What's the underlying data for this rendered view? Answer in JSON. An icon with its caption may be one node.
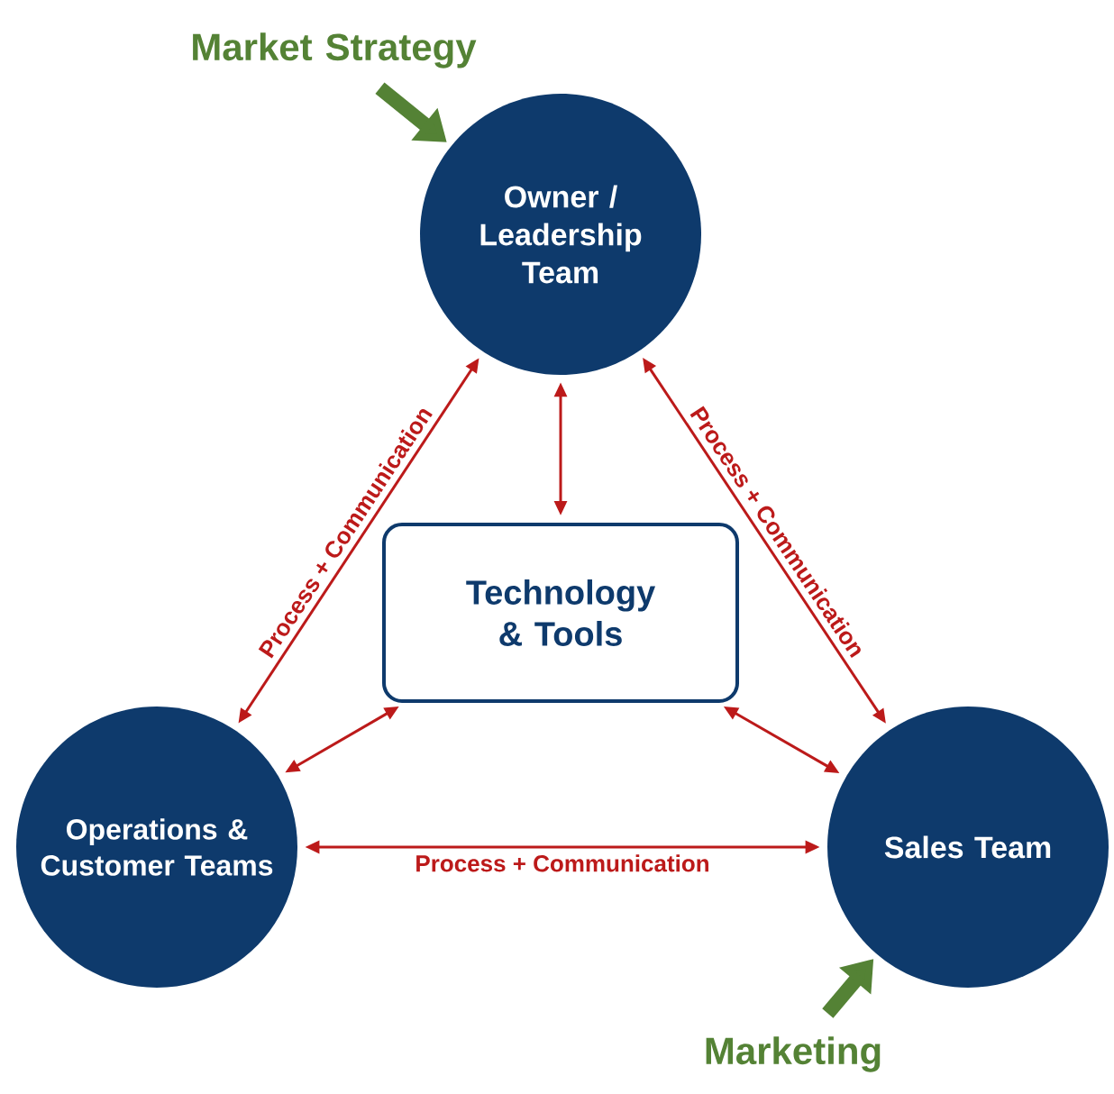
{
  "diagram": {
    "nodes": [
      {
        "text": [
          "Market Strategy"
        ]
      },
      {
        "text": [
          "Owner / Leadership Team"
        ]
      },
      {
        "text": [
          "Technology & Tools"
        ]
      },
      {
        "text": [
          "Operations & Customer Teams"
        ]
      },
      {
        "text": [
          "Sales Team"
        ]
      },
      {
        "text": [
          "Marketing"
        ]
      }
    ],
    "edges": [
      {
        "from": 0,
        "to": 1,
        "arrow": "to",
        "style": "thick",
        "color": "#548235"
      },
      {
        "from": 3,
        "to": 1,
        "arrow": "both",
        "label": "Process + Communication"
      },
      {
        "from": 1,
        "to": 4,
        "arrow": "both",
        "label": "Process + Communication"
      },
      {
        "from": 1,
        "to": 2,
        "arrow": "both"
      },
      {
        "from": 2,
        "to": 3,
        "arrow": "both"
      },
      {
        "from": 2,
        "to": 4,
        "arrow": "both"
      },
      {
        "from": 3,
        "to": 4,
        "arrow": "both",
        "label": "Process + Communication"
      },
      {
        "from": 5,
        "to": 4,
        "arrow": "to",
        "style": "thick",
        "color": "#548235"
      }
    ]
  }
}
